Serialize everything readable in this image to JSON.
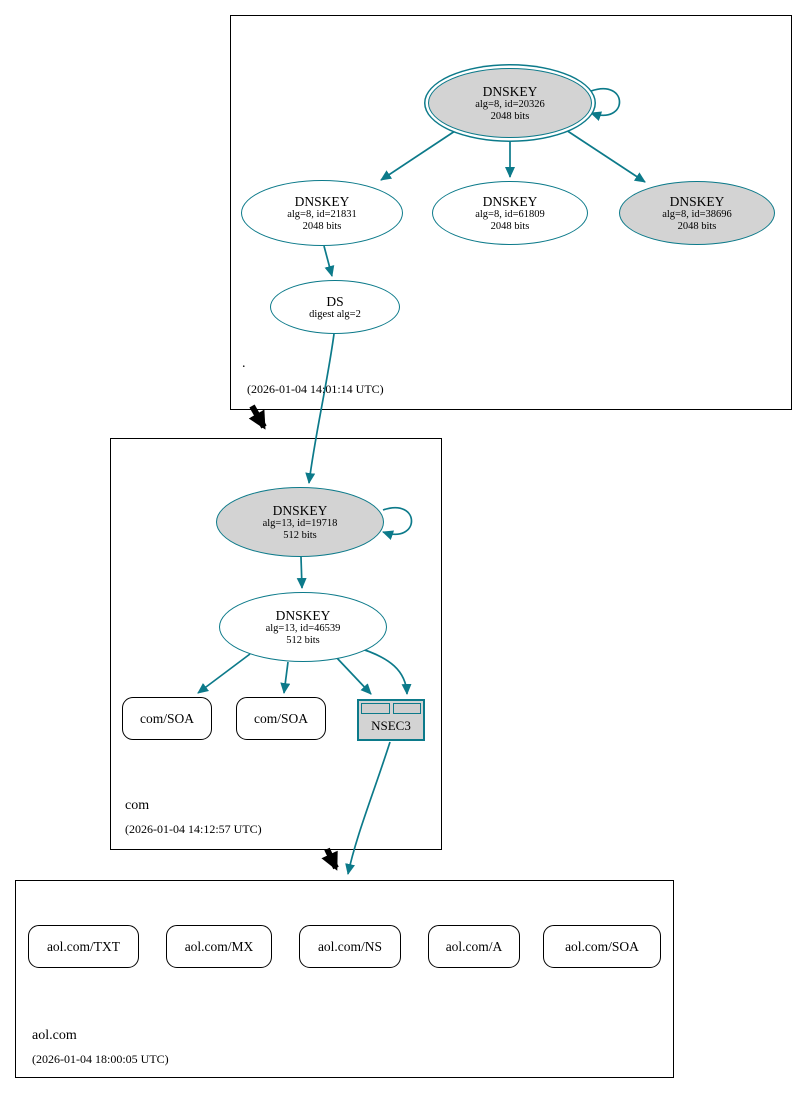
{
  "colors": {
    "edge_teal": "#0c7a8a",
    "node_fill_gray": "#d3d3d3",
    "zone_border": "#000000"
  },
  "zones": {
    "root": {
      "name": ".",
      "timestamp": "(2026-01-04 14:01:14 UTC)",
      "nodes": {
        "ksk": {
          "title": "DNSKEY",
          "detail1": "alg=8, id=20326",
          "detail2": "2048 bits"
        },
        "zsk1": {
          "title": "DNSKEY",
          "detail1": "alg=8, id=21831",
          "detail2": "2048 bits"
        },
        "zsk2": {
          "title": "DNSKEY",
          "detail1": "alg=8, id=61809",
          "detail2": "2048 bits"
        },
        "ksk2": {
          "title": "DNSKEY",
          "detail1": "alg=8, id=38696",
          "detail2": "2048 bits"
        },
        "ds": {
          "title": "DS",
          "detail1": "digest alg=2"
        }
      }
    },
    "com": {
      "name": "com",
      "timestamp": "(2026-01-04 14:12:57 UTC)",
      "nodes": {
        "ksk": {
          "title": "DNSKEY",
          "detail1": "alg=13, id=19718",
          "detail2": "512 bits"
        },
        "zsk": {
          "title": "DNSKEY",
          "detail1": "alg=13, id=46539",
          "detail2": "512 bits"
        },
        "soa1": {
          "label": "com/SOA"
        },
        "soa2": {
          "label": "com/SOA"
        },
        "nsec3": {
          "label": "NSEC3"
        }
      }
    },
    "aol": {
      "name": "aol.com",
      "timestamp": "(2026-01-04 18:00:05 UTC)",
      "rrsets": [
        {
          "label": "aol.com/TXT"
        },
        {
          "label": "aol.com/MX"
        },
        {
          "label": "aol.com/NS"
        },
        {
          "label": "aol.com/A"
        },
        {
          "label": "aol.com/SOA"
        }
      ]
    }
  }
}
